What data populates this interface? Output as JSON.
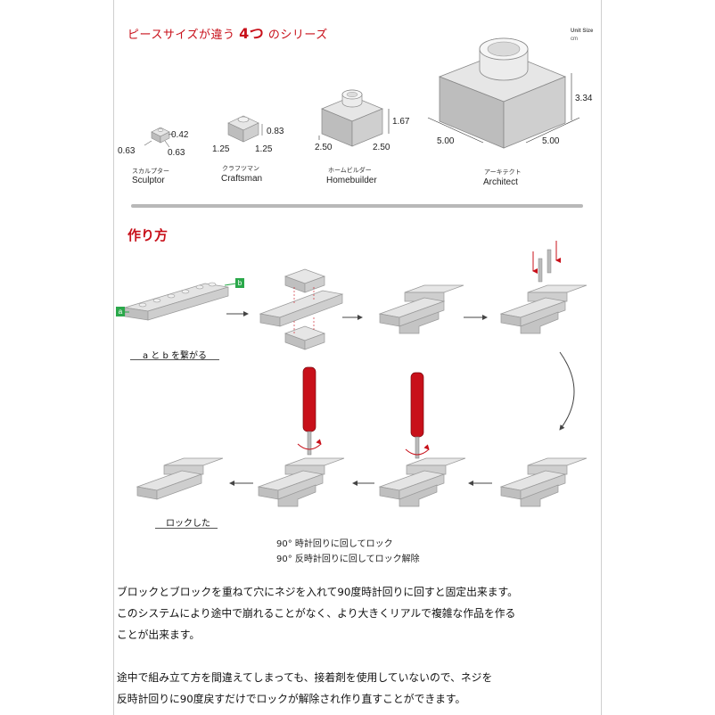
{
  "section1": {
    "title_prefix": "ピースサイズが違う",
    "title_num": "4つ",
    "title_suffix": "のシリーズ",
    "unit_label": "Unit Size",
    "unit_value": "cm"
  },
  "series": [
    {
      "kana": "スカルプター",
      "name": "Sculptor",
      "dims": [
        "0.42",
        "0.63",
        "0.63"
      ]
    },
    {
      "kana": "クラフツマン",
      "name": "Craftsman",
      "dims": [
        "0.83",
        "1.25",
        "1.25"
      ]
    },
    {
      "kana": "ホームビルダー",
      "name": "Homebuilder",
      "dims": [
        "1.67",
        "2.50",
        "2.50"
      ]
    },
    {
      "kana": "アーキテクト",
      "name": "Architect",
      "dims": [
        "3.34",
        "5.00",
        "5.00"
      ]
    }
  ],
  "section2": {
    "title": "作り方",
    "tag_a": "a",
    "tag_b": "b",
    "caption_connect": "a と b を繋がる",
    "caption_locked": "ロックした",
    "rotate_lock": "90° 時計回りに回してロック",
    "rotate_unlock": "90° 反時計回りに回してロック解除"
  },
  "body": {
    "line1": "ブロックとブロックを重ねて穴にネジを入れて90度時計回りに回すと固定出来ます。",
    "line2": "このシステムにより途中で崩れることがなく、より大きくリアルで複雑な作品を作る",
    "line3": "ことが出来ます。",
    "line4": "途中で組み立て方を間違えてしまっても、接着剤を使用していないので、ネジを",
    "line5": "反時計回りに90度戻すだけでロックが解除され作り直すことができます。"
  },
  "colors": {
    "accent": "#c8101a",
    "tag": "#2aa84a",
    "brick": "#d4d4d4"
  }
}
